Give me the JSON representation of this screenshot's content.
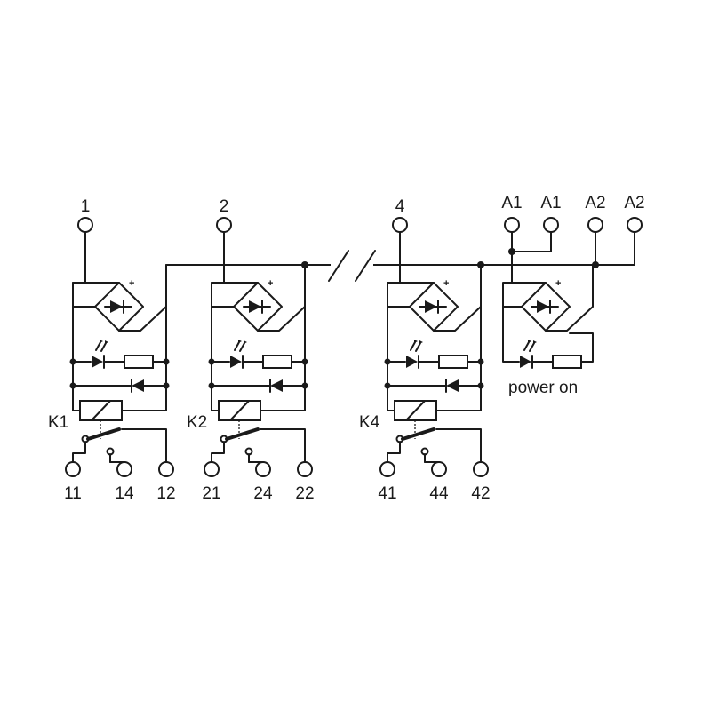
{
  "diagram": {
    "channels": [
      {
        "input_label": "1",
        "relay_label": "K1",
        "contacts": [
          "11",
          "14",
          "12"
        ]
      },
      {
        "input_label": "2",
        "relay_label": "K2",
        "contacts": [
          "21",
          "24",
          "22"
        ]
      },
      {
        "input_label": "4",
        "relay_label": "K4",
        "contacts": [
          "41",
          "44",
          "42"
        ]
      }
    ],
    "supply_terminals": [
      "A1",
      "A1",
      "A2",
      "A2"
    ],
    "power_led_label": "power on",
    "bridge_plus_mark": "+"
  },
  "colors": {
    "line": "#1a1a1a",
    "background": "#ffffff"
  }
}
